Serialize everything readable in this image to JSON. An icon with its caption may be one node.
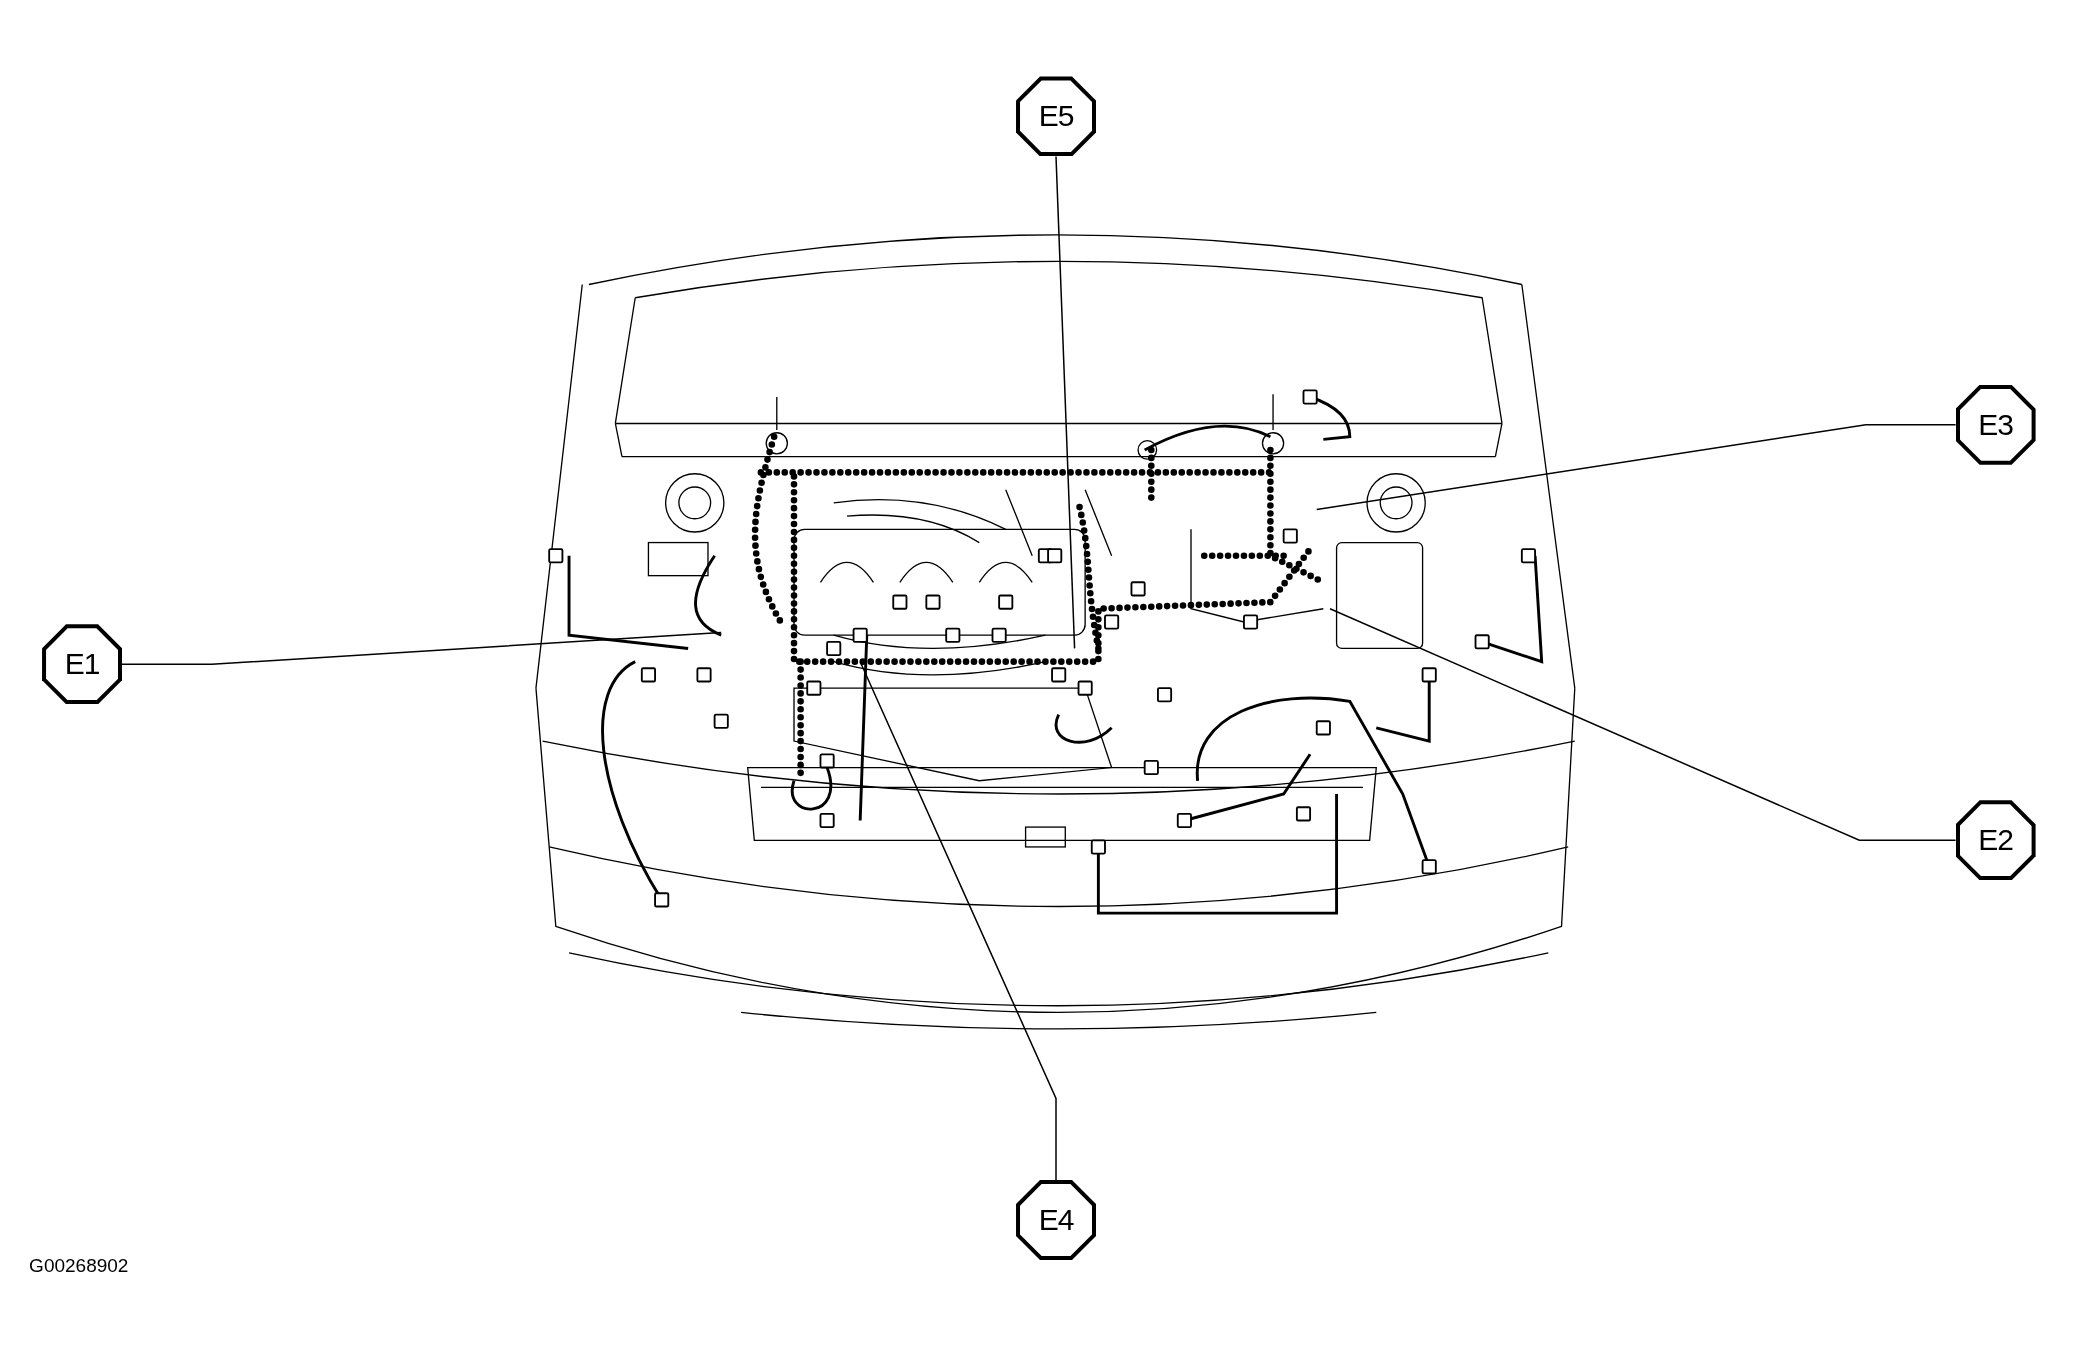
{
  "diagram": {
    "nodes": [
      {
        "text": [
          "E5"
        ]
      },
      {
        "text": [
          "E3"
        ]
      },
      {
        "text": [
          "E1"
        ]
      },
      {
        "text": [
          "E2"
        ]
      },
      {
        "text": [
          "E4"
        ]
      }
    ],
    "edges": [
      {
        "from": 0,
        "to": null,
        "arrow": "none"
      },
      {
        "from": 1,
        "to": null,
        "arrow": "none"
      },
      {
        "from": 2,
        "to": null,
        "arrow": "none"
      },
      {
        "from": 3,
        "to": null,
        "arrow": "none"
      },
      {
        "from": 4,
        "to": null,
        "arrow": "none"
      }
    ],
    "labels": [
      "G00268902"
    ]
  }
}
